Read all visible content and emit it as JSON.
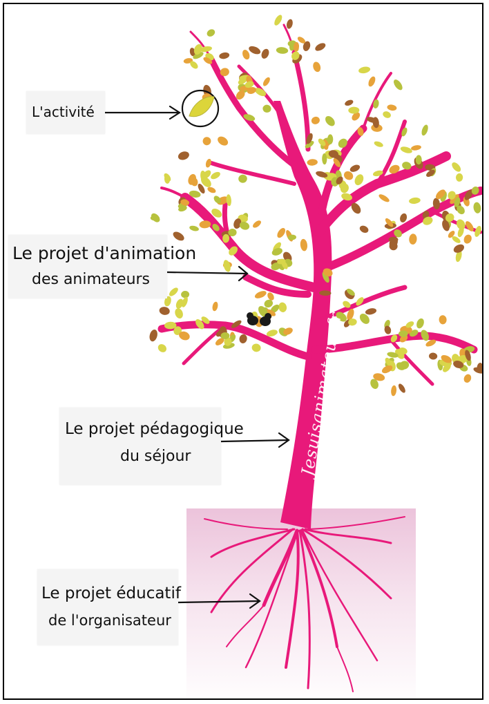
{
  "labels": {
    "activite": {
      "line1": "L'activité"
    },
    "animation": {
      "line1": "Le projet d'animation",
      "line2": "des animateurs"
    },
    "pedagogique": {
      "line1": "Le projet pédagogique",
      "line2": "du séjour"
    },
    "educatif": {
      "line1": "Le projet éducatif",
      "line2": "de l'organisateur"
    }
  },
  "watermark": "Jesuisanimateur.fr",
  "colors": {
    "trunk": "#e8197a",
    "leaf_yellow": "#d8d64a",
    "leaf_green": "#b7c23e",
    "leaf_orange": "#e7a33a",
    "leaf_brown": "#a0612e",
    "ground": "#f3d5e7",
    "bird": "#1a1a1a"
  },
  "icons": [
    "leaf-icon",
    "bird-icon"
  ]
}
